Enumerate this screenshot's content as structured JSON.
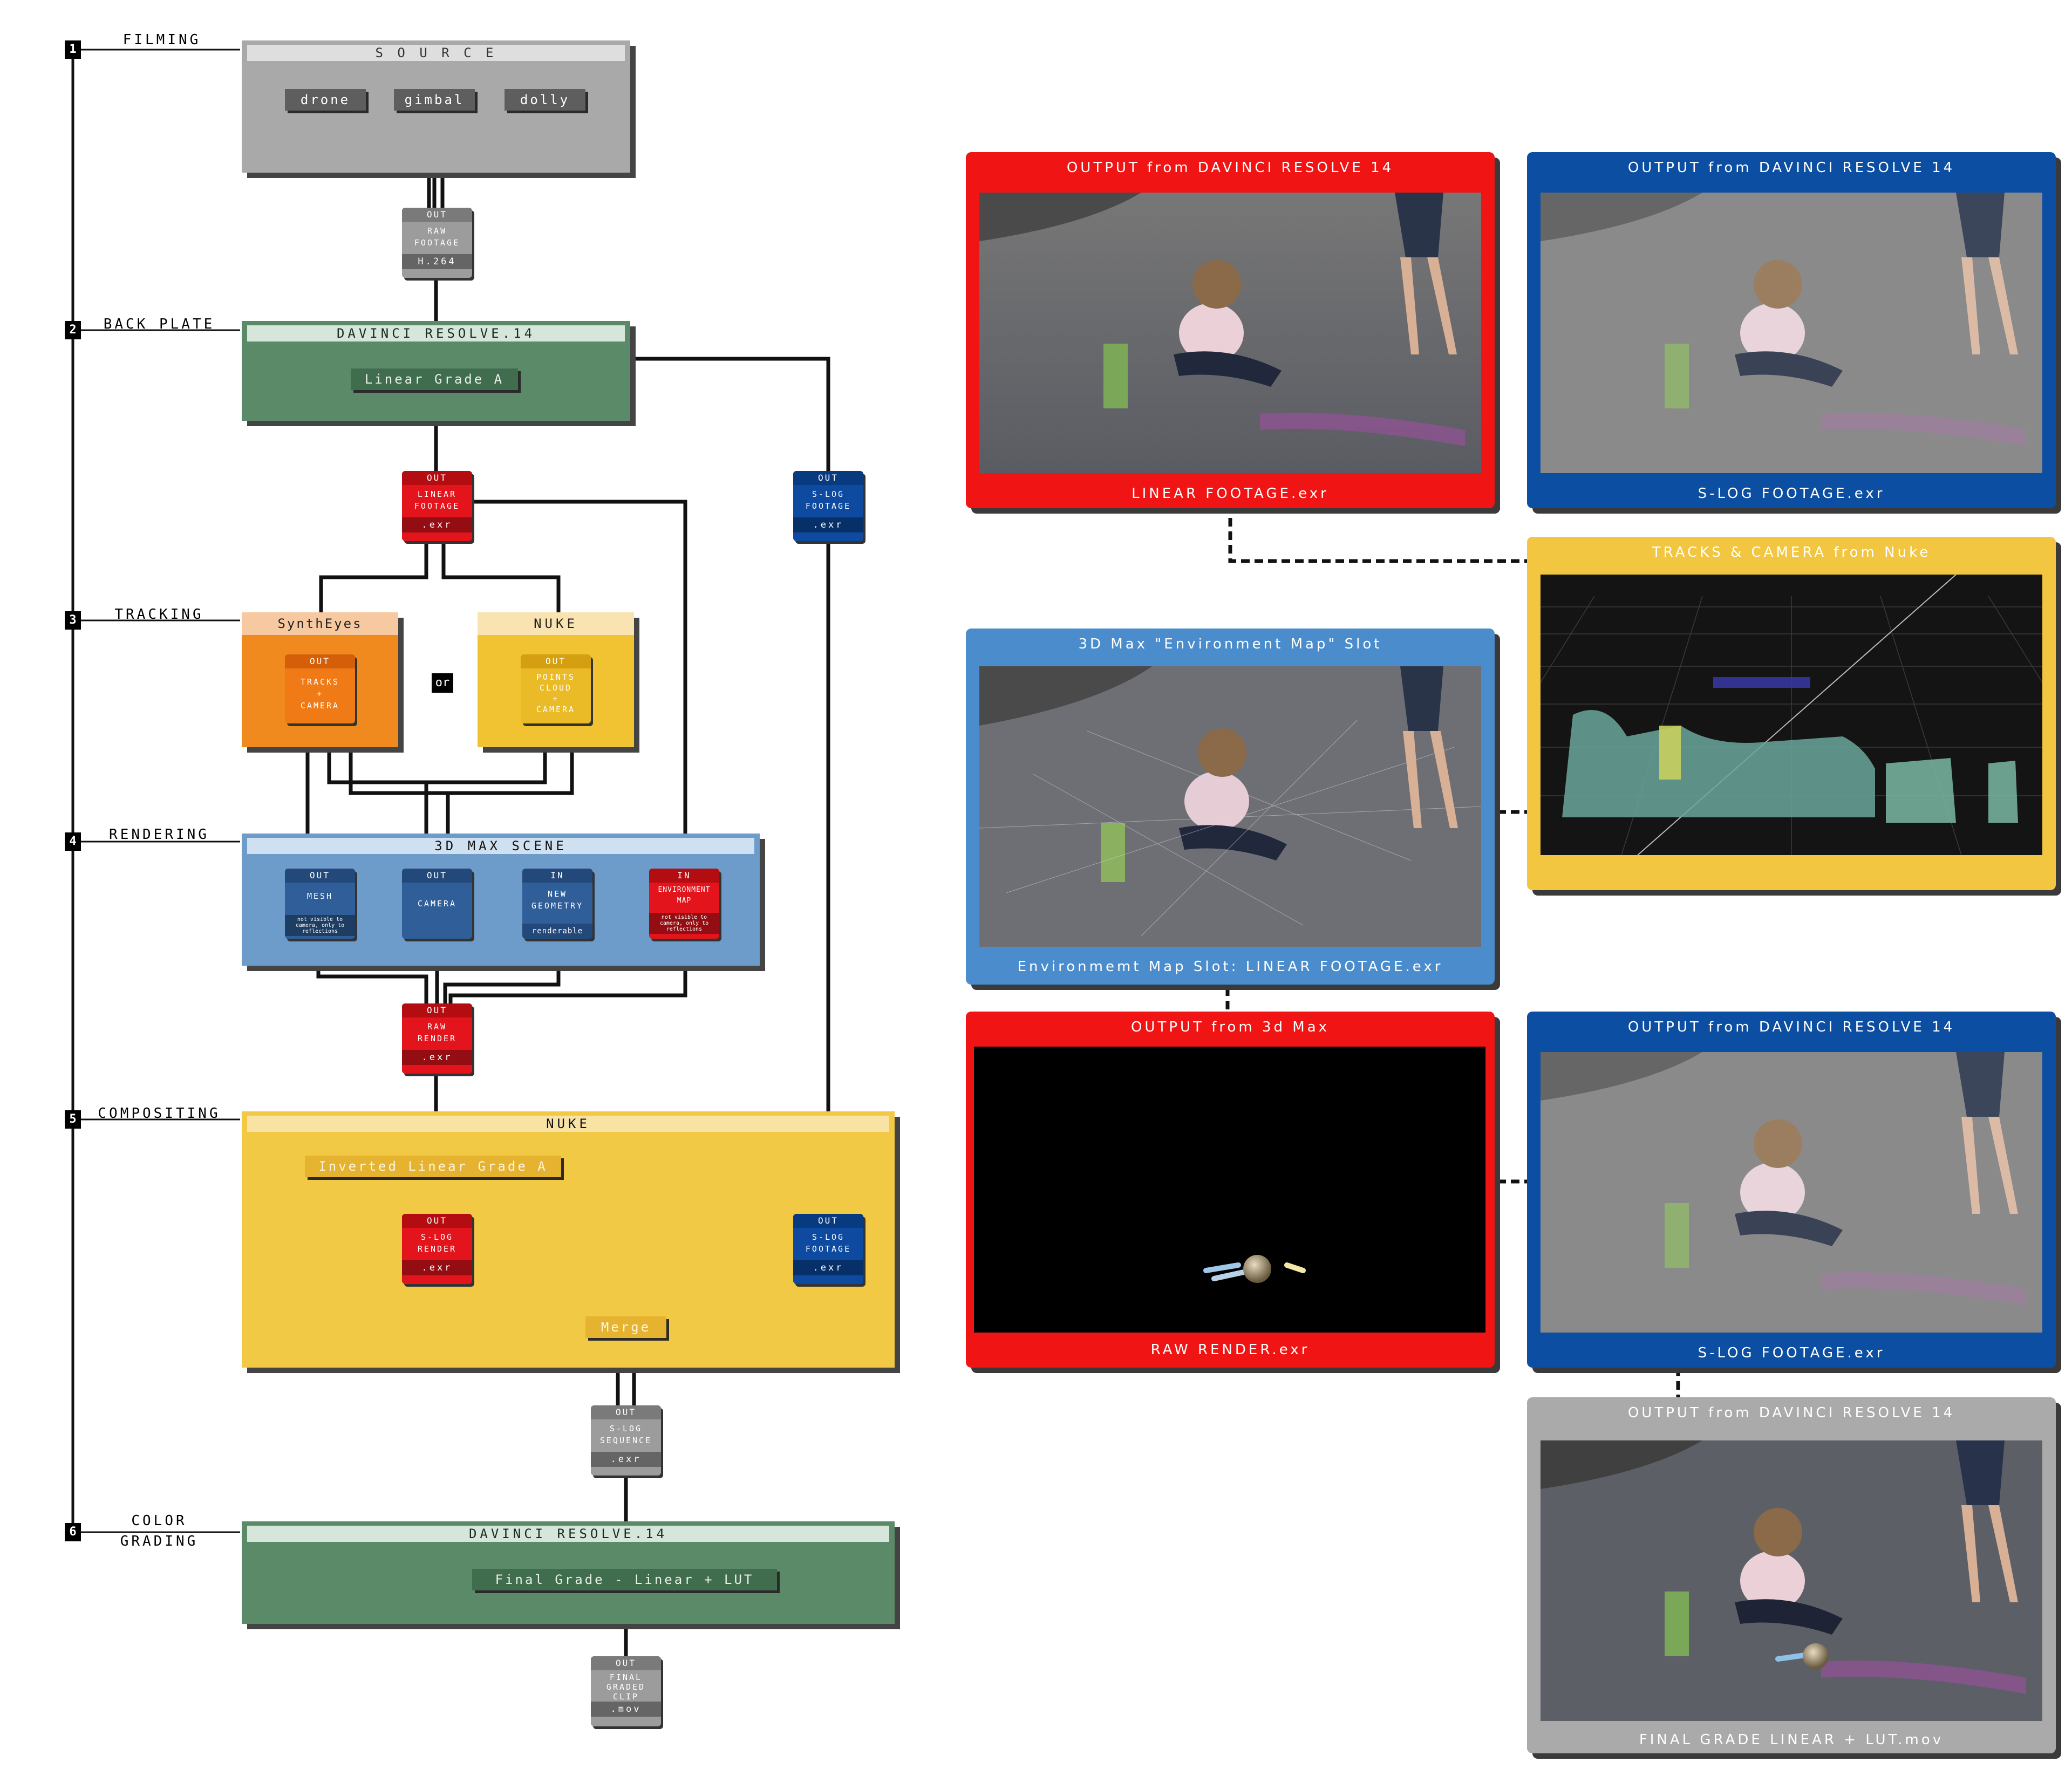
{
  "stages": [
    {
      "num": "1",
      "label": "FILMING"
    },
    {
      "num": "2",
      "label": "BACK PLATE"
    },
    {
      "num": "3",
      "label": "TRACKING"
    },
    {
      "num": "4",
      "label": "RENDERING"
    },
    {
      "num": "5",
      "label": "COMPOSITING"
    },
    {
      "num": "6",
      "label_line1": "COLOR",
      "label_line2": "GRADING"
    }
  ],
  "groups": {
    "source": {
      "title": "S O U R C E",
      "controls": [
        "drone",
        "gimbal",
        "dolly"
      ]
    },
    "davinci1": {
      "title": "DAVINCI RESOLVE.14",
      "control": "Linear Grade A"
    },
    "synth": {
      "title": "SynthEyes"
    },
    "nuke_tracking": {
      "title": "NUKE"
    },
    "or_label": "or",
    "max": {
      "title": "3D MAX SCENE"
    },
    "nuke_comp": {
      "title": "NUKE",
      "control": "Inverted Linear Grade A",
      "merge": "Merge"
    },
    "davinci2": {
      "title": "DAVINCI RESOLVE.14",
      "control": "Final Grade - Linear + LUT"
    }
  },
  "nodes": {
    "raw_footage": {
      "hd": "OUT",
      "bd": "RAW\nFOOTAGE",
      "ft": "H.264"
    },
    "linear_footage": {
      "hd": "OUT",
      "bd": "LINEAR\nFOOTAGE",
      "ft": ".exr"
    },
    "slog_footage": {
      "hd": "OUT",
      "bd": "S-LOG\nFOOTAGE",
      "ft": ".exr"
    },
    "tracks_camera": {
      "hd": "OUT",
      "bd": "TRACKS\n+\nCAMERA"
    },
    "points_cloud": {
      "hd": "OUT",
      "bd": "POINTS\nCLOUD\n+\nCAMERA"
    },
    "mesh": {
      "hd": "OUT",
      "bd": "MESH",
      "note": "not visible to\ncamera, only to\nreflections"
    },
    "camera": {
      "hd": "OUT",
      "bd": "CAMERA"
    },
    "new_geometry": {
      "hd": "IN",
      "bd": "NEW\nGEOMETRY",
      "ft": "renderable"
    },
    "env_map": {
      "hd": "IN",
      "bd": "ENVIRONMENT\nMAP",
      "note": "not visible to\ncamera, only to\nreflections"
    },
    "raw_render": {
      "hd": "OUT",
      "bd": "RAW\nRENDER",
      "ft": ".exr"
    },
    "slog_render": {
      "hd": "OUT",
      "bd": "S-LOG\nRENDER",
      "ft": ".exr"
    },
    "slog_footage2": {
      "hd": "OUT",
      "bd": "S-LOG\nFOOTAGE",
      "ft": ".exr"
    },
    "slog_sequence": {
      "hd": "OUT",
      "bd": "S-LOG\nSEQUENCE",
      "ft": ".exr"
    },
    "final_clip": {
      "hd": "OUT",
      "bd": "FINAL\nGRADED\nCLIP",
      "ft": ".mov"
    }
  },
  "panels": {
    "p1": {
      "title": "OUTPUT from DAVINCI RESOLVE 14",
      "footer": "LINEAR FOOTAGE.exr",
      "color": "#f01414"
    },
    "p2": {
      "title": "OUTPUT from DAVINCI RESOLVE 14",
      "footer": "S-LOG FOOTAGE.exr",
      "color": "#0c4ea2"
    },
    "p3": {
      "title": "TRACKS & CAMERA from Nuke",
      "color": "#f2c640"
    },
    "p4": {
      "title": "3D Max \"Environment Map\" Slot",
      "footer": "Environmemt Map Slot: LINEAR FOOTAGE.exr",
      "color": "#4a8ccc"
    },
    "p5": {
      "title": "OUTPUT from 3d Max",
      "footer": "RAW RENDER.exr",
      "color": "#f01414"
    },
    "p6": {
      "title": "OUTPUT from DAVINCI RESOLVE 14",
      "footer": "S-LOG FOOTAGE.exr",
      "color": "#0c4ea2"
    },
    "p7": {
      "title": "OUTPUT from DAVINCI RESOLVE 14",
      "footer": "FINAL GRADE LINEAR + LUT.mov",
      "color": "#aaaaaa"
    }
  }
}
